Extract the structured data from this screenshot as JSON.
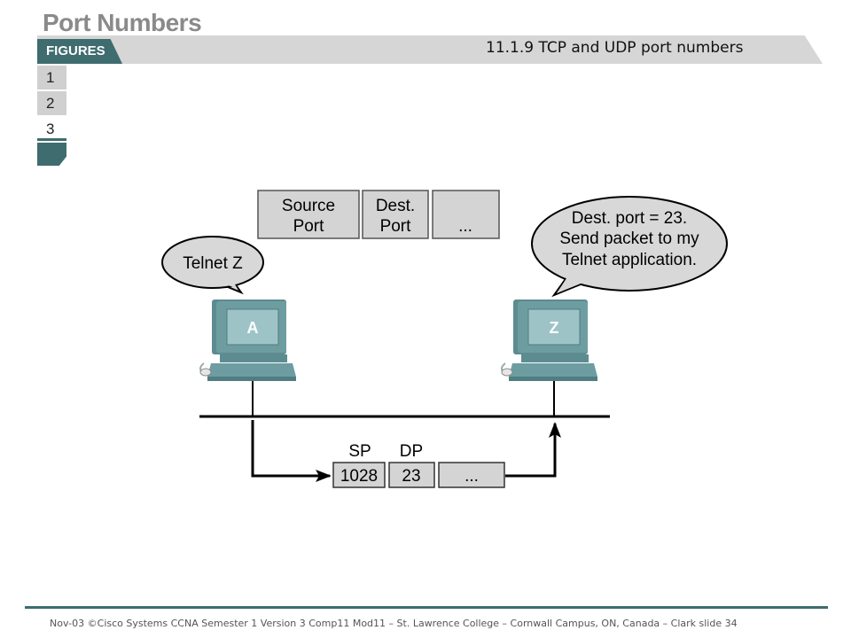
{
  "slide": {
    "title": "Port Numbers",
    "figures_label": "FIGURES",
    "figure_title": "11.1.9   TCP and UDP port numbers"
  },
  "figure_nav": {
    "items": [
      {
        "label": "1",
        "active": false
      },
      {
        "label": "2",
        "active": false
      },
      {
        "label": "3",
        "active": true
      }
    ]
  },
  "diagram": {
    "header_segment": {
      "source_port": [
        "Source",
        "Port"
      ],
      "dest_port": [
        "Dest.",
        "Port"
      ],
      "more": "..."
    },
    "bubble_a": "Telnet Z",
    "bubble_z": [
      "Dest. port = 23.",
      "Send packet to my",
      "Telnet application."
    ],
    "host_a_label": "A",
    "host_z_label": "Z",
    "packet": {
      "sp_label": "SP",
      "dp_label": "DP",
      "sp_value": "1028",
      "dp_value": "23",
      "more": "..."
    }
  },
  "colors": {
    "teal": "#3f6c6e",
    "monitor": "#6d9da1",
    "screen": "#9ec3c6",
    "box_fill": "#d4d4d4",
    "bubble_fill": "#d8d8d8"
  },
  "footer": "Nov-03 ©Cisco Systems CCNA Semester 1 Version 3 Comp11 Mod11 – St. Lawrence College – Cornwall Campus, ON, Canada – Clark slide 34"
}
